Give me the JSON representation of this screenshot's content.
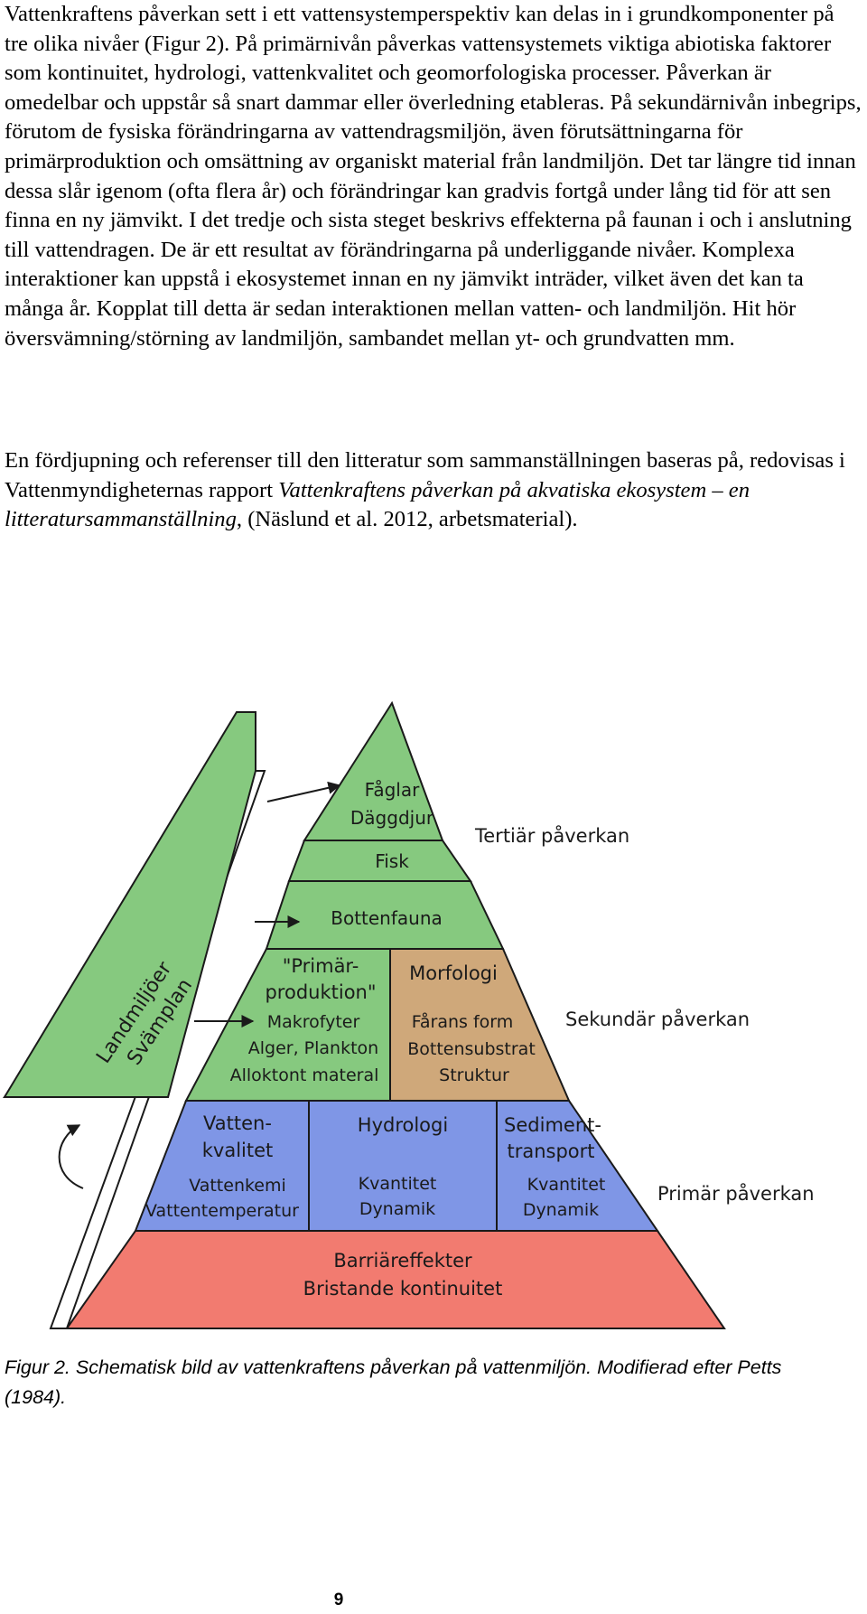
{
  "body": {
    "paragraph1": "Vattenkraftens påverkan sett i ett vattensystemperspektiv kan delas in i grundkomponenter på tre olika nivåer (Figur 2). På primärnivån påverkas vattensystemets viktiga abiotiska faktorer som kontinuitet, hydrologi, vattenkvalitet och geomorfologiska processer. Påverkan är omedelbar och uppstår så snart dammar eller överledning etableras. På sekundärnivån inbegrips, förutom de fysiska förändringarna av vattendragsmiljön, även förutsättningarna för primärproduktion och omsättning av organiskt material från landmiljön. Det tar längre tid innan dessa slår igenom (ofta flera år) och förändringar kan gradvis fortgå under lång tid för att sen finna en ny jämvikt. I det tredje och sista steget beskrivs effekterna på faunan i och i anslutning till vattendragen. De är ett resultat av förändringarna på underliggande nivåer. Komplexa interaktioner kan uppstå i ekosystemet innan en ny jämvikt inträder, vilket även det kan ta många år. Kopplat till detta är sedan interaktionen mellan vatten- och landmiljön. Hit hör översvämning/störning av landmiljön, sambandet mellan yt- och grundvatten mm.",
    "paragraph2_start": "En fördjupning och referenser till den litteratur som sammanställningen baseras på, redovisas i Vattenmyndigheternas rapport ",
    "paragraph2_italic": "Vattenkraftens påverkan på akvatiska ekosystem – en litteratursammanställning",
    "paragraph2_end": ", (Näslund et al. 2012, arbetsmaterial)."
  },
  "figure": {
    "colors": {
      "green": "#86c97f",
      "tan": "#cfa87a",
      "blue": "#7f96e6",
      "red": "#f27b70",
      "outline": "#1a1a1a"
    },
    "land_label_1": "Landmiljöer",
    "land_label_2": "Svämplan",
    "tier_fauna_1": "Fåglar",
    "tier_fauna_2": "Däggdjur",
    "tier_fisk": "Fisk",
    "tier_bottenfauna": "Bottenfauna",
    "primar_1": "\"Primär-",
    "primar_2": "produktion\"",
    "primar_3": "Makrofyter",
    "primar_4": "Alger, Plankton",
    "primar_5": "Alloktont materal",
    "morfologi_1": "Morfologi",
    "morfologi_2": "Fårans form",
    "morfologi_3": "Bottensubstrat",
    "morfologi_4": "Struktur",
    "vatten_1": "Vatten-",
    "vatten_2": "kvalitet",
    "vatten_3": "Vattenkemi",
    "vatten_4": "Vattentemperatur",
    "hydro_1": "Hydrologi",
    "hydro_2": "Kvantitet",
    "hydro_3": "Dynamik",
    "sediment_1": "Sediment-",
    "sediment_2": "transport",
    "sediment_3": "Kvantitet",
    "sediment_4": "Dynamik",
    "barriar_1": "Barriäreffekter",
    "barriar_2": "Bristande kontinuitet",
    "level_tertiar": "Tertiär påverkan",
    "level_sekundar": "Sekundär påverkan",
    "level_primar": "Primär påverkan"
  },
  "caption": "Figur 2. Schematisk bild av vattenkraftens påverkan på vattenmiljön. Modifierad efter Petts (1984).",
  "page_number": "9"
}
